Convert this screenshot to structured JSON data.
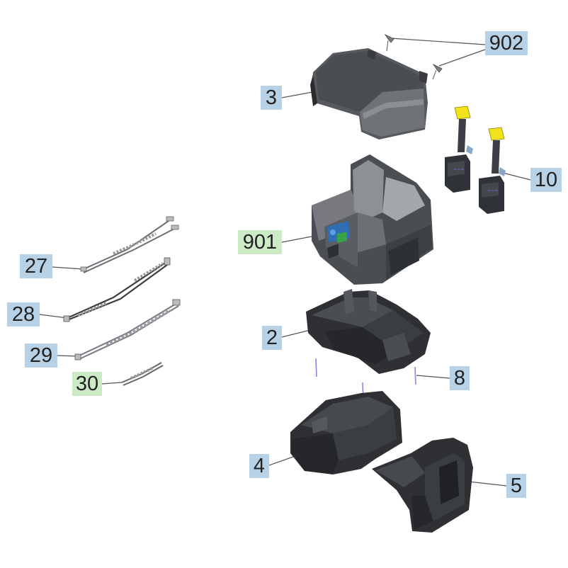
{
  "callouts": {
    "p902": "902",
    "p3": "3",
    "p10": "10",
    "p901": "901",
    "p27": "27",
    "p28": "28",
    "p2": "2",
    "p29": "29",
    "p8": "8",
    "p30": "30",
    "p4": "4",
    "p5": "5"
  },
  "colors": {
    "callout_blue": "#b7d2e7",
    "callout_green": "#cdeac6",
    "part_dark": "#3a3d42",
    "part_mid": "#6b6e74",
    "part_light": "#9a9da2",
    "clip_yellow": "#f2e21a",
    "panel_blue": "#2f6db5",
    "panel_green": "#36a34a",
    "leader_line": "#555555"
  }
}
